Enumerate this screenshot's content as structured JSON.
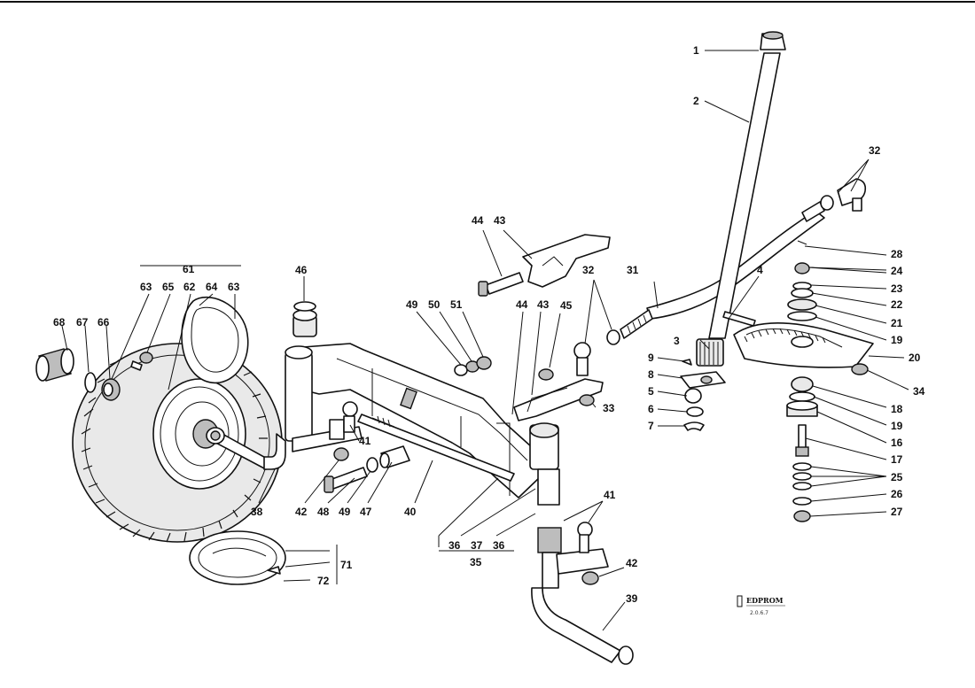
{
  "callouts": {
    "c1": "1",
    "c2": "2",
    "c3": "3",
    "c4": "4",
    "c5": "5",
    "c6": "6",
    "c7": "7",
    "c8": "8",
    "c9": "9",
    "c16": "16",
    "c17": "17",
    "c18": "18",
    "c19a": "19",
    "c19b": "19",
    "c20": "20",
    "c21": "21",
    "c22": "22",
    "c23": "23",
    "c24": "24",
    "c25": "25",
    "c26": "26",
    "c27": "27",
    "c28": "28",
    "c31": "31",
    "c32a": "32",
    "c32b": "32",
    "c33": "33",
    "c34": "34",
    "c35": "35",
    "c36a": "36",
    "c36b": "36",
    "c37": "37",
    "c38": "38",
    "c39": "39",
    "c40": "40",
    "c41a": "41",
    "c41b": "41",
    "c42a": "42",
    "c42b": "42",
    "c43a": "43",
    "c43b": "43",
    "c44a": "44",
    "c44b": "44",
    "c45": "45",
    "c46": "46",
    "c47": "47",
    "c48": "48",
    "c49a": "49",
    "c49b": "49",
    "c50": "50",
    "c51": "51",
    "c61": "61",
    "c62": "62",
    "c63a": "63",
    "c63b": "63",
    "c64": "64",
    "c65": "65",
    "c66": "66",
    "c67": "67",
    "c68": "68",
    "c71": "71",
    "c72": "72"
  },
  "logo": {
    "brand": "EDPROM",
    "code": "2.0.6.7"
  },
  "colors": {
    "ink": "#111111",
    "paper": "#ffffff",
    "shade": "#bdbdbd"
  }
}
